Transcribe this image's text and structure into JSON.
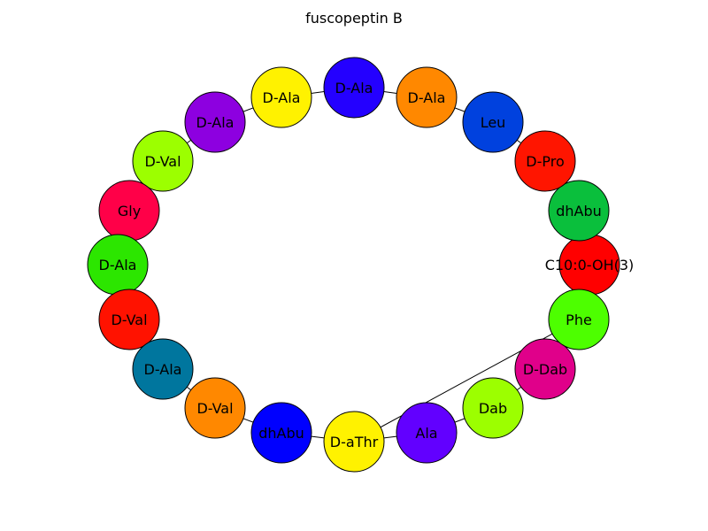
{
  "title": "fuscopeptin B",
  "nodes": [
    {
      "id": "n1",
      "label": "C10:0-OH(3)",
      "color": "#ff0000"
    },
    {
      "id": "n2",
      "label": "dhAbu",
      "color": "#0abf3c"
    },
    {
      "id": "n3",
      "label": "D-Pro",
      "color": "#ff1500"
    },
    {
      "id": "n4",
      "label": "Leu",
      "color": "#0041de"
    },
    {
      "id": "n5",
      "label": "D-Ala",
      "color": "#ff8800"
    },
    {
      "id": "n6",
      "label": "D-Ala",
      "color": "#2400ff"
    },
    {
      "id": "n7",
      "label": "D-Ala",
      "color": "#fff200"
    },
    {
      "id": "n8",
      "label": "D-Ala",
      "color": "#8d00e0"
    },
    {
      "id": "n9",
      "label": "D-Val",
      "color": "#9cff00"
    },
    {
      "id": "n10",
      "label": "Gly",
      "color": "#ff0048"
    },
    {
      "id": "n11",
      "label": "D-Ala",
      "color": "#2ce600"
    },
    {
      "id": "n12",
      "label": "D-Val",
      "color": "#ff1200"
    },
    {
      "id": "n13",
      "label": "D-Ala",
      "color": "#00769e"
    },
    {
      "id": "n14",
      "label": "D-Val",
      "color": "#ff8800"
    },
    {
      "id": "n15",
      "label": "dhAbu",
      "color": "#0000ff"
    },
    {
      "id": "n16",
      "label": "D-aThr",
      "color": "#fff200"
    },
    {
      "id": "n17",
      "label": "Ala",
      "color": "#6200ff"
    },
    {
      "id": "n18",
      "label": "Dab",
      "color": "#9cff00"
    },
    {
      "id": "n19",
      "label": "D-Dab",
      "color": "#e0008a"
    },
    {
      "id": "n20",
      "label": "Phe",
      "color": "#4dff00"
    }
  ],
  "edges": [
    [
      "n1",
      "n2"
    ],
    [
      "n2",
      "n3"
    ],
    [
      "n3",
      "n4"
    ],
    [
      "n4",
      "n5"
    ],
    [
      "n5",
      "n6"
    ],
    [
      "n6",
      "n7"
    ],
    [
      "n7",
      "n8"
    ],
    [
      "n8",
      "n9"
    ],
    [
      "n9",
      "n10"
    ],
    [
      "n10",
      "n11"
    ],
    [
      "n11",
      "n12"
    ],
    [
      "n12",
      "n13"
    ],
    [
      "n13",
      "n14"
    ],
    [
      "n14",
      "n15"
    ],
    [
      "n15",
      "n16"
    ],
    [
      "n16",
      "n17"
    ],
    [
      "n17",
      "n18"
    ],
    [
      "n18",
      "n19"
    ],
    [
      "n19",
      "n20"
    ],
    [
      "n20",
      "n16"
    ]
  ]
}
